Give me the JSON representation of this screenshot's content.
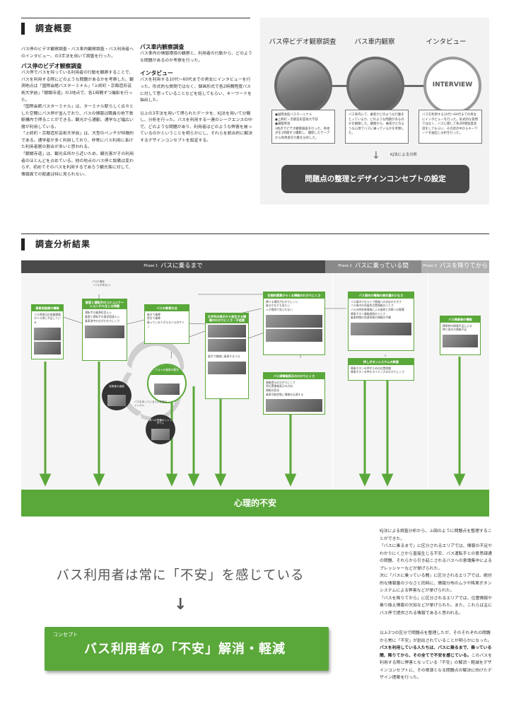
{
  "section1": {
    "title": "調査概要",
    "intro": "バス停のビデオ観察調査・バス車内観察調査・バス利用者へのインタビュー、の3手法を用いて調査を行った。",
    "video": {
      "heading": "バス停のビデオ観察調査",
      "p1": "バス停でバスを待っている利用者の行動を観察することで、バスを利用する際にどのような問題があるかを考察した。観測地点は「国際会館バスターミナル」「上終町・京都造形芸術大学前」「銀閣寺道」の3地点で、各1時間ずつ撮影を行った。",
      "p2": "「国際会館バスターミナル」は、ターミナル駅らしく広々とした空間にバス停が並んでおり、バスの情報は職員の地下鉄駅構内で得ることができる。観光から通勤、通学など幅広い層が利用している。",
      "p3": "「上終町・京都造形芸術大学前」は、大型のベンチが特徴的である。通学者が多く利用しており、非常にバス利用に長けた利用者層の割合が多いと思われる。",
      "p4": "「銀閣寺道」は、観光名所から近いため、観光客がその利用者のほとんどを占めている。他の地点のバス停と設備は変わらず、初めてそのバスを利用するであろう観光客に対して、情報面での配慮は特に見られない。"
    },
    "inside": {
      "heading": "バス車内観察調査",
      "p": "バス車内の情報環境の観察と、利用者の行動から、どのような問題があるのか考察を行った。"
    },
    "interview": {
      "heading": "インタビュー",
      "p1": "バスを利用する10代〜60代までの男女にインタビューを行った。形式的な質問ではなく、録画形式で各2時間程度バスに対して思っていることなどを話してもらい、キーワードを抽出した。",
      "p2": "以上の3手法を用いて得られたデータを、KJ法を用いて分類し、分析を行った。バスを利用する一連のシークエンスの中で、どのような問題があり、利用者はどのような弊害を被っているのかということを明らかにし、それらを統合的に解決するデザインコンセプトを設定する。"
    }
  },
  "panel": {
    "methods": [
      {
        "label": "バス停ビデオ観察調査",
        "desc": "●国際会館バスターミナル\n●上終町・京都造形芸術大学前\n●銀閣寺道\n3地点でビデオ観察調査を行った。各地点を1時間ずつ撮影し、撮影したテープから利用者を行動を分析した。"
      },
      {
        "label": "バス車内観察",
        "desc": "バス車内にて、乗客がどのような行動をとっているか、どのような問題があるのかを観察した。観察から、乗客がどのような心理でバスに乗っているかを考察した。"
      },
      {
        "label": "インタビュー",
        "circle_text": "INTERVIEW",
        "desc": "バスを利用する10代〜60代までの男女にインタビューを行った。形式的な質問ではなく、バスに関して各2時間程度会話をしてもらい、その話の中からキーワードを抽出し分析を行った。"
      }
    ],
    "kj_label": "KJ法による分析",
    "concept": "問題点の整理とデザインコンセプトの設定"
  },
  "section2": {
    "title": "調査分析結果",
    "phases": [
      {
        "num": "Phase 1",
        "name": "バスに乗るまで"
      },
      {
        "num": "Phase 2",
        "name": "バスに乗っている間"
      },
      {
        "num": "Phase 3",
        "name": "バスを降りてから"
      }
    ],
    "boxes": {
      "b1": {
        "h": "乗車前路線の情報",
        "t": "バス停周辺の地図情報がバス停に不足している"
      },
      "b2": {
        "h": "乗客と運転手のコミュニケーションから生じる問題",
        "t": "運転手の乗車拒否え入\n乗客と運転手の意見相違え入\n乗車途中の方がわかりにくさ"
      },
      "b3": {
        "h": "バスの乗車方法",
        "t": "後方で乗降\n前方で乗降\n乗っている人がえるバスのサイン"
      },
      "b4": {
        "h": "バスへの乗車の動作",
        "t": ""
      },
      "b5": {
        "h": "文字列の表示から発生する情報のわかりにくさ・不信感",
        "t": "屋号で路線に乗車するバス"
      },
      "b6": {
        "h": "空間的要素からくる情報のわかりにくさ",
        "t": "降りる場所がわかりにくい\n乗るかなりも見たい\n入が客席で見られない"
      },
      "b7": {
        "h": "バス停情報表示のわかりにくさ",
        "t": "情報提示のわかりにくさ\n停位置情報表示の方向\n情報の変化\n乗車可能状態に情報を伝達する"
      },
      "b8": {
        "h": "バス車内の情報の絶対量の少なさ",
        "t": "バス車内でのライブ情報への対応のすぎさ\nバス車内の停留所位置情報の人とさ\nバスの時刻表情報による接続と判断への影響\n降車ボタン情報周囲の人とさ\n乗車時間の到達系統の情報の不備"
      },
      "b9": {
        "h": "押しボタンシステムの弊害",
        "t": "降車ボタンを押すための位置問題\n降車ボタンを押すタイミングのわかりにくさ"
      },
      "b10": {
        "h": "バス降車後の情報",
        "t": "降車時の情報不足による\n降り過ぎの情報不足"
      }
    },
    "circles": {
      "c1": "定食者の迷惑",
      "c2": "外界への意識のシャットダウン"
    },
    "notes": {
      "n1": "バスの遅延\n（バスが来ない）",
      "n2": "バスを待っている人の意識チャンネル"
    },
    "anxiety": "心理的不安"
  },
  "summary": {
    "headline": "バス利用者は常に「不安」を感じている",
    "concept_label": "コンセプト",
    "concept_text": "バス利用者の「不安」解消・軽減",
    "para1": "KJ法による調査分析から、上図のように問題点を整理することができた。",
    "para2": "「バスに乗るまで」に区分されるエリアでは、情報の不足やわかりにくさから直接生じる不安、バス運転手との意思疎通の問題、それらから引き起こされるバスへの意識集中によるプレッシャーなどが挙げられた。",
    "para3": "次に「バスに乗っている間」に区分されるエリアでは、絶対的な情報量の少なさと同時に、情報分布のムラや降車ボタンシステムによる弊害などが挙げられた。",
    "para4": "「バスを降りてから」に区分されるエリアでは、位置情報や乗り換え情報の欠如などが挙げられた。また、これらは主にバス停で提供される情報であると思われる。",
    "para5": "以上3つの区分で問題点を整理したが、そのそれぞれの問題から常に「不安」が創出されていることが明らかになった。",
    "para5b": "バスを利用している人たちは、バスに乗るまで、乗っている間、降りてから、その全てで不安を感じている。",
    "para5c": "このバスを利用する際に弊害となっている「不安」の解消・軽減をデザインコンセプトに、その根源となる問題点の解決に向けたデザイン提案を行った。"
  },
  "colors": {
    "accent": "#5aa83a",
    "dark": "#4a4a4a"
  }
}
